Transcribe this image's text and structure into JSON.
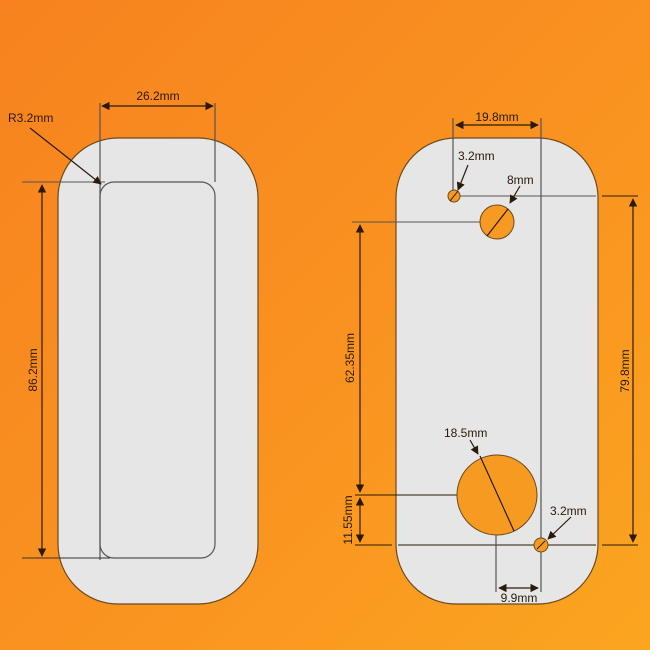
{
  "colors": {
    "background_start": "#f7821f",
    "background_end": "#fba520",
    "panel_fill": "#e6e6e6",
    "line": "#2a1a08",
    "hole_fill": "#f79a22"
  },
  "left_panel": {
    "width_label": "26.2mm",
    "radius_label": "R3.2mm",
    "height_label": "86.2mm"
  },
  "right_panel": {
    "hole_spacing_top_label": "19.8mm",
    "small_hole_top_label": "3.2mm",
    "medium_hole_label": "8mm",
    "height_left_label": "62.35mm",
    "height_right_label": "79.8mm",
    "large_hole_label": "18.5mm",
    "bottom_offset_label": "11.55mm",
    "small_hole_bottom_label": "3.2mm",
    "bottom_spacing_label": "9.9mm"
  }
}
